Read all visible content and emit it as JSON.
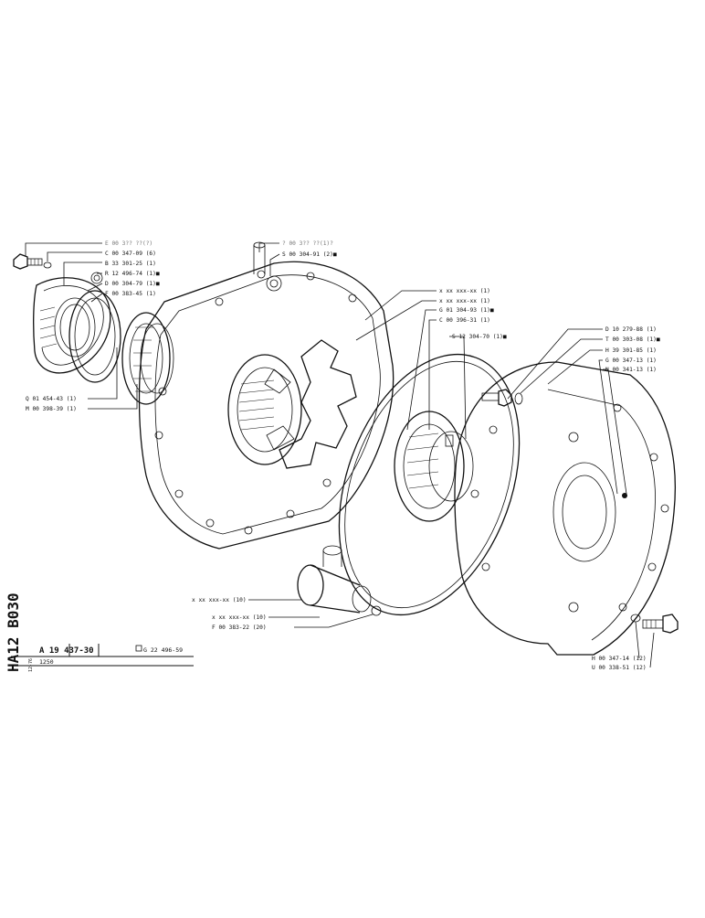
{
  "drawing": {
    "side_code": "HA12 B030",
    "side_small": "12-76",
    "number": "A 19 437-30",
    "ref": "G 22 496-59",
    "model": "1250"
  },
  "labels": {
    "top_left": [
      {
        "id": "tl0",
        "text": "E 00 3?? ??(?)",
        "faint": true
      },
      {
        "id": "tl1",
        "text": "C 00 347-09 (6)"
      },
      {
        "id": "tl2",
        "text": "B 33 301-25 (1)"
      },
      {
        "id": "tl3",
        "text": "R 12 496-74 (1)■"
      },
      {
        "id": "tl4",
        "text": "D 00 304-79 (1)■"
      },
      {
        "id": "tl5",
        "text": "F 00 383-45 (1)"
      }
    ],
    "left": [
      {
        "id": "lf0",
        "text": "Q 01 454-43 (1)"
      },
      {
        "id": "lf1",
        "text": "M 00 398-39 (1)"
      }
    ],
    "top_center": [
      {
        "id": "tc0",
        "text": "? 00 3?? ??(1)?",
        "faint": true
      },
      {
        "id": "tc1",
        "text": "S 00 304-91 (2)■"
      }
    ],
    "center": [
      {
        "id": "ct0",
        "text": "x xx xxx-xx (1)"
      },
      {
        "id": "ct1",
        "text": "x xx xxx-xx (1)"
      },
      {
        "id": "ct2",
        "text": "G 01 304-93 (1)■"
      },
      {
        "id": "ct3",
        "text": "C 00 396-31 (1)"
      },
      {
        "id": "ct4",
        "text": "S 12 304-70 (1)■"
      }
    ],
    "right": [
      {
        "id": "rt0",
        "text": "D 10 279-88 (1)"
      },
      {
        "id": "rt1",
        "text": "T 00 303-08 (1)■"
      },
      {
        "id": "rt2",
        "text": "H 39 301-85 (1)"
      },
      {
        "id": "rt3",
        "text": "G 00 347-13 (1)"
      },
      {
        "id": "rt4",
        "text": "N 00 341-13 (1)"
      }
    ],
    "lower_center": [
      {
        "id": "lc0",
        "text": "x xx xxx-xx (10)"
      },
      {
        "id": "lc1",
        "text": "x xx xxx-xx (10)"
      },
      {
        "id": "lc2",
        "text": "F 00 383-22 (20)"
      }
    ],
    "lower_right": [
      {
        "id": "lr0",
        "text": "H 00 347-14 (12)"
      },
      {
        "id": "lr1",
        "text": "U 00 338-51 (12)"
      }
    ]
  }
}
